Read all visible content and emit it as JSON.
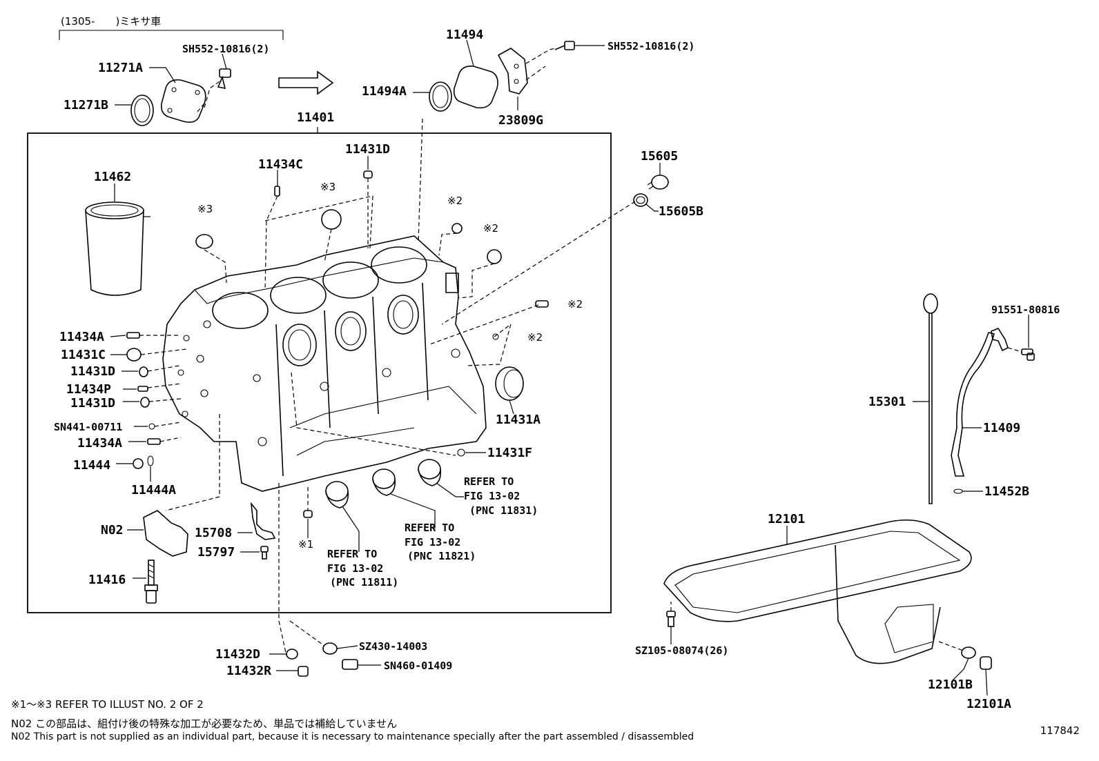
{
  "header": {
    "variant_note": "(1305-　　)ミキサ車"
  },
  "arrow_icon": "right-arrow",
  "labels": {
    "p11271A": "11271A",
    "p11271B": "11271B",
    "sh552_top_left": "SH552-10816(2)",
    "p11494": "11494",
    "p11494A": "11494A",
    "p23809G": "23809G",
    "sh552_top_right": "SH552-10816(2)",
    "p11401": "11401",
    "p11431D_top": "11431D",
    "p11434C": "11434C",
    "p11462": "11462",
    "ref3a": "※3",
    "ref3b": "※3",
    "ref2a": "※2",
    "ref2b": "※2",
    "ref2c": "※2",
    "ref2d": "※2",
    "ref1": "※1",
    "p15605": "15605",
    "p15605B": "15605B",
    "p11434A_1": "11434A",
    "p11431C": "11431C",
    "p11431D_1": "11431D",
    "p11434P": "11434P",
    "p11431D_2": "11431D",
    "sn441": "SN441-00711",
    "p11434A_2": "11434A",
    "p11444": "11444",
    "p11444A": "11444A",
    "p11431A": "11431A",
    "p11431F": "11431F",
    "n02": "N02",
    "p15708": "15708",
    "p15797": "15797",
    "p11416": "11416",
    "ref_a_1": "REFER TO",
    "ref_a_2": "FIG 13-02",
    "ref_a_3": "(PNC 11831)",
    "ref_b_1": "REFER TO",
    "ref_b_2": "FIG 13-02",
    "ref_b_3": "(PNC 11821)",
    "ref_c_1": "REFER TO",
    "ref_c_2": "FIG 13-02",
    "ref_c_3": "(PNC 11811)",
    "p91551": "91551-80816",
    "p15301": "15301",
    "p11409": "11409",
    "p11452B": "11452B",
    "p12101": "12101",
    "sz105": "SZ105-08074(26)",
    "p12101B": "12101B",
    "p12101A": "12101A",
    "p11432D": "11432D",
    "p11432R": "11432R",
    "sz430": "SZ430-14003",
    "sn460": "SN460-01409"
  },
  "footer": {
    "line1": "※1～※3  REFER TO ILLUST NO. 2 OF 2",
    "line2": "N02  この部品は、組付け後の特殊な加工が必要なため、単品では補給していません",
    "line3": "N02  This part is not supplied as an individual part, because it is necessary to maintenance specially after the part assembled / disassembled"
  },
  "figure_number": "117842"
}
